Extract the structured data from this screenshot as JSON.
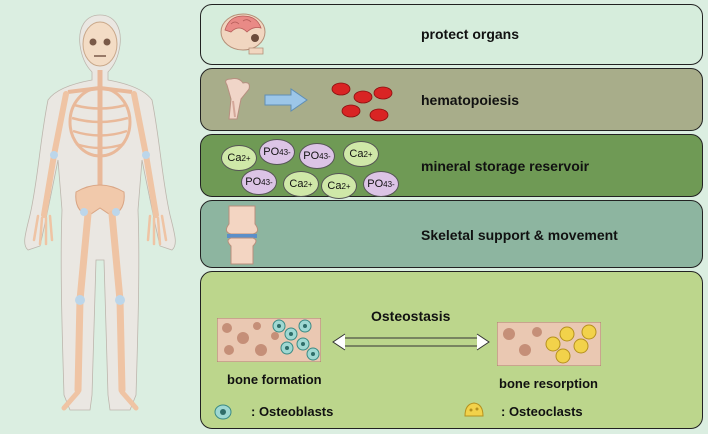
{
  "panels": {
    "protect": {
      "label": "protect organs"
    },
    "hematopoiesis": {
      "label": "hematopoiesis"
    },
    "mineral": {
      "label": "mineral storage reservoir"
    },
    "support": {
      "label": "Skeletal support & movement"
    },
    "osteostasis": {
      "title": "Osteostasis",
      "formation": "bone formation",
      "resorption": "bone resorption",
      "legend_osteoblasts": ": Osteoblasts",
      "legend_osteoclasts": ": Osteoclasts"
    }
  },
  "ions": {
    "ca_base": "Ca",
    "ca_charge": "2+",
    "po_base": "PO",
    "po_sub": "4",
    "po_charge": "3-"
  },
  "colors": {
    "page_bg": "#dbeee1",
    "protect_bg": "#d6eddc",
    "hematopoiesis_bg": "#a8ad8a",
    "mineral_bg": "#6f9a55",
    "support_bg": "#8db5a0",
    "osteostasis_bg": "#bcd68c"
  }
}
